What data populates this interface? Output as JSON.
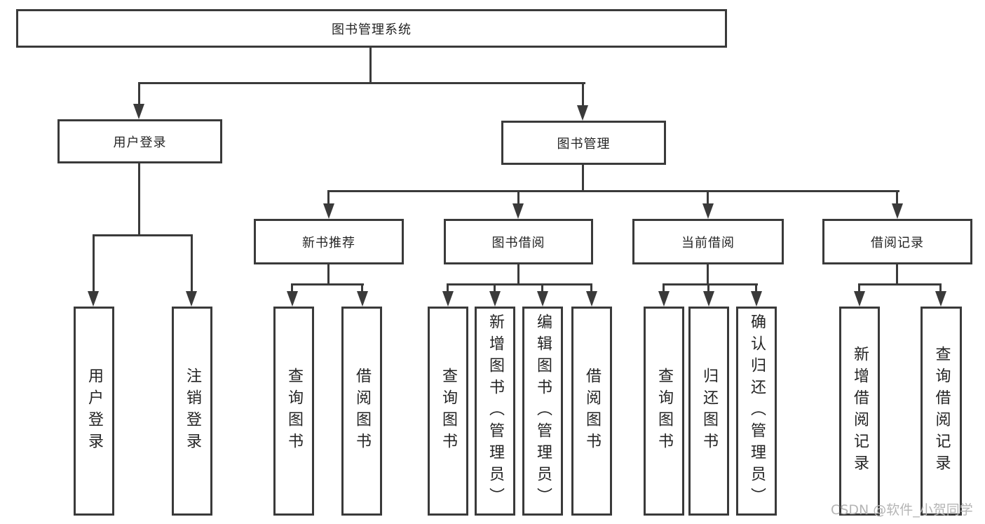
{
  "diagram": {
    "nodes": {
      "root": "图书管理系统",
      "user_login_group": "用户登录",
      "book_mgmt_group": "图书管理",
      "new_book_rec": "新书推荐",
      "book_borrow": "图书借阅",
      "current_borrow": "当前借阅",
      "borrow_records": "借阅记录",
      "user_login": "用户登录",
      "logout": "注销登录",
      "nbr_query_books": "查询图书",
      "nbr_borrow_books": "借阅图书",
      "bb_query_books": "查询图书",
      "bb_add_books": "新增图书（管理员）",
      "bb_edit_books": "编辑图书（管理员）",
      "bb_borrow_books": "借阅图书",
      "cb_query_books": "查询图书",
      "cb_return_books": "归还图书",
      "cb_confirm_return": "确认归还（管理员）",
      "br_add_record": "新增借阅记录",
      "br_query_record": "查询借阅记录"
    },
    "hierarchy": {
      "root": [
        "user_login_group",
        "book_mgmt_group"
      ],
      "user_login_group": [
        "user_login",
        "logout"
      ],
      "book_mgmt_group": [
        "new_book_rec",
        "book_borrow",
        "current_borrow",
        "borrow_records"
      ],
      "new_book_rec": [
        "nbr_query_books",
        "nbr_borrow_books"
      ],
      "book_borrow": [
        "bb_query_books",
        "bb_add_books",
        "bb_edit_books",
        "bb_borrow_books"
      ],
      "current_borrow": [
        "cb_query_books",
        "cb_return_books",
        "cb_confirm_return"
      ],
      "borrow_records": [
        "br_add_record",
        "br_query_record"
      ]
    },
    "colors": {
      "line": "#3a3a3a",
      "text": "#242424",
      "background": "#ffffff",
      "watermark": "#b5b5b5"
    }
  },
  "watermark": {
    "text": "CSDN @软件_小贺同学"
  }
}
